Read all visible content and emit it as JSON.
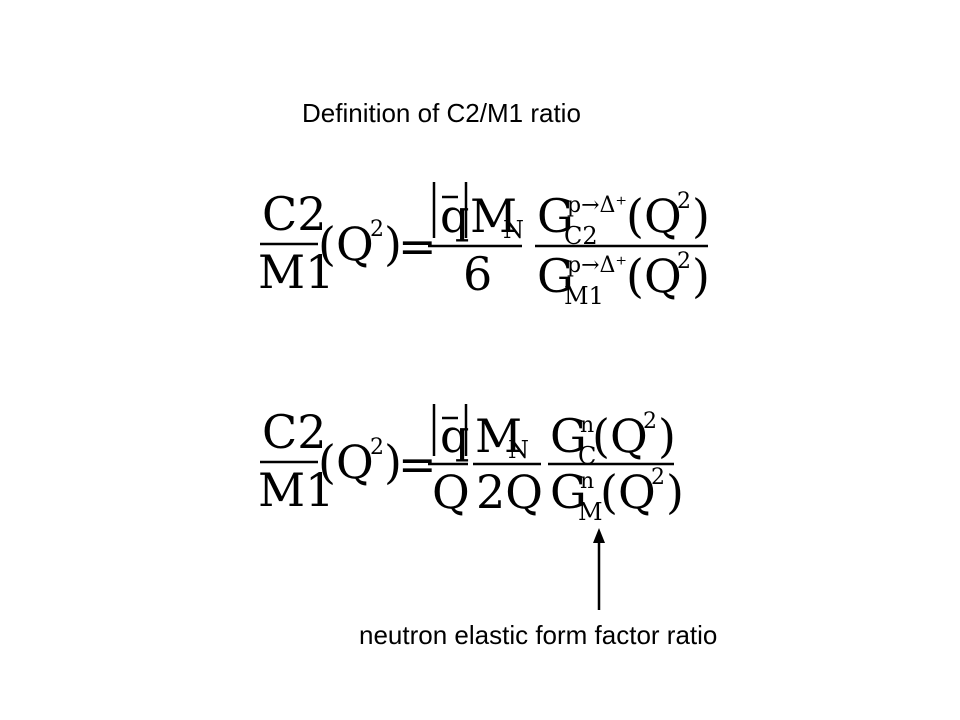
{
  "slide": {
    "title": "Definition of C2/M1 ratio",
    "caption": "neutron elastic form factor ratio"
  },
  "eq1": {
    "lhs_num": "C2",
    "lhs_den": "M1",
    "lhs_arg": "(Q",
    "lhs_arg_exp": "2",
    "lhs_arg_close": ")",
    "equals": "=",
    "f1_num_vec": "q",
    "f1_num_M": "M",
    "f1_num_M_sub": "N",
    "f1_den": "6",
    "ff_num_G": "G",
    "ff_num_sup": "p→Δ⁺",
    "ff_num_sub": "C2",
    "ff_num_arg": "(Q",
    "ff_num_arg_exp": "2",
    "ff_num_arg_close": ")",
    "ff_den_G": "G",
    "ff_den_sup": "p→Δ⁺",
    "ff_den_sub": "M1",
    "ff_den_arg": "(Q",
    "ff_den_arg_exp": "2",
    "ff_den_arg_close": ")"
  },
  "eq2": {
    "lhs_num": "C2",
    "lhs_den": "M1",
    "lhs_arg": "(Q",
    "lhs_arg_exp": "2",
    "lhs_arg_close": ")",
    "equals": "=",
    "f1_num_vec": "q",
    "f1_den": "Q",
    "f2_num_M": "M",
    "f2_num_M_sub": "N",
    "f2_den": "2Q",
    "ff_num_G": "G",
    "ff_num_sup": "n",
    "ff_num_sub": "C",
    "ff_num_arg": "(Q",
    "ff_num_arg_exp": "2",
    "ff_num_arg_close": ")",
    "ff_den_G": "G",
    "ff_den_sup": "n",
    "ff_den_sub": "M",
    "ff_den_arg": "(Q",
    "ff_den_arg_exp": "2",
    "ff_den_arg_close": ")"
  }
}
